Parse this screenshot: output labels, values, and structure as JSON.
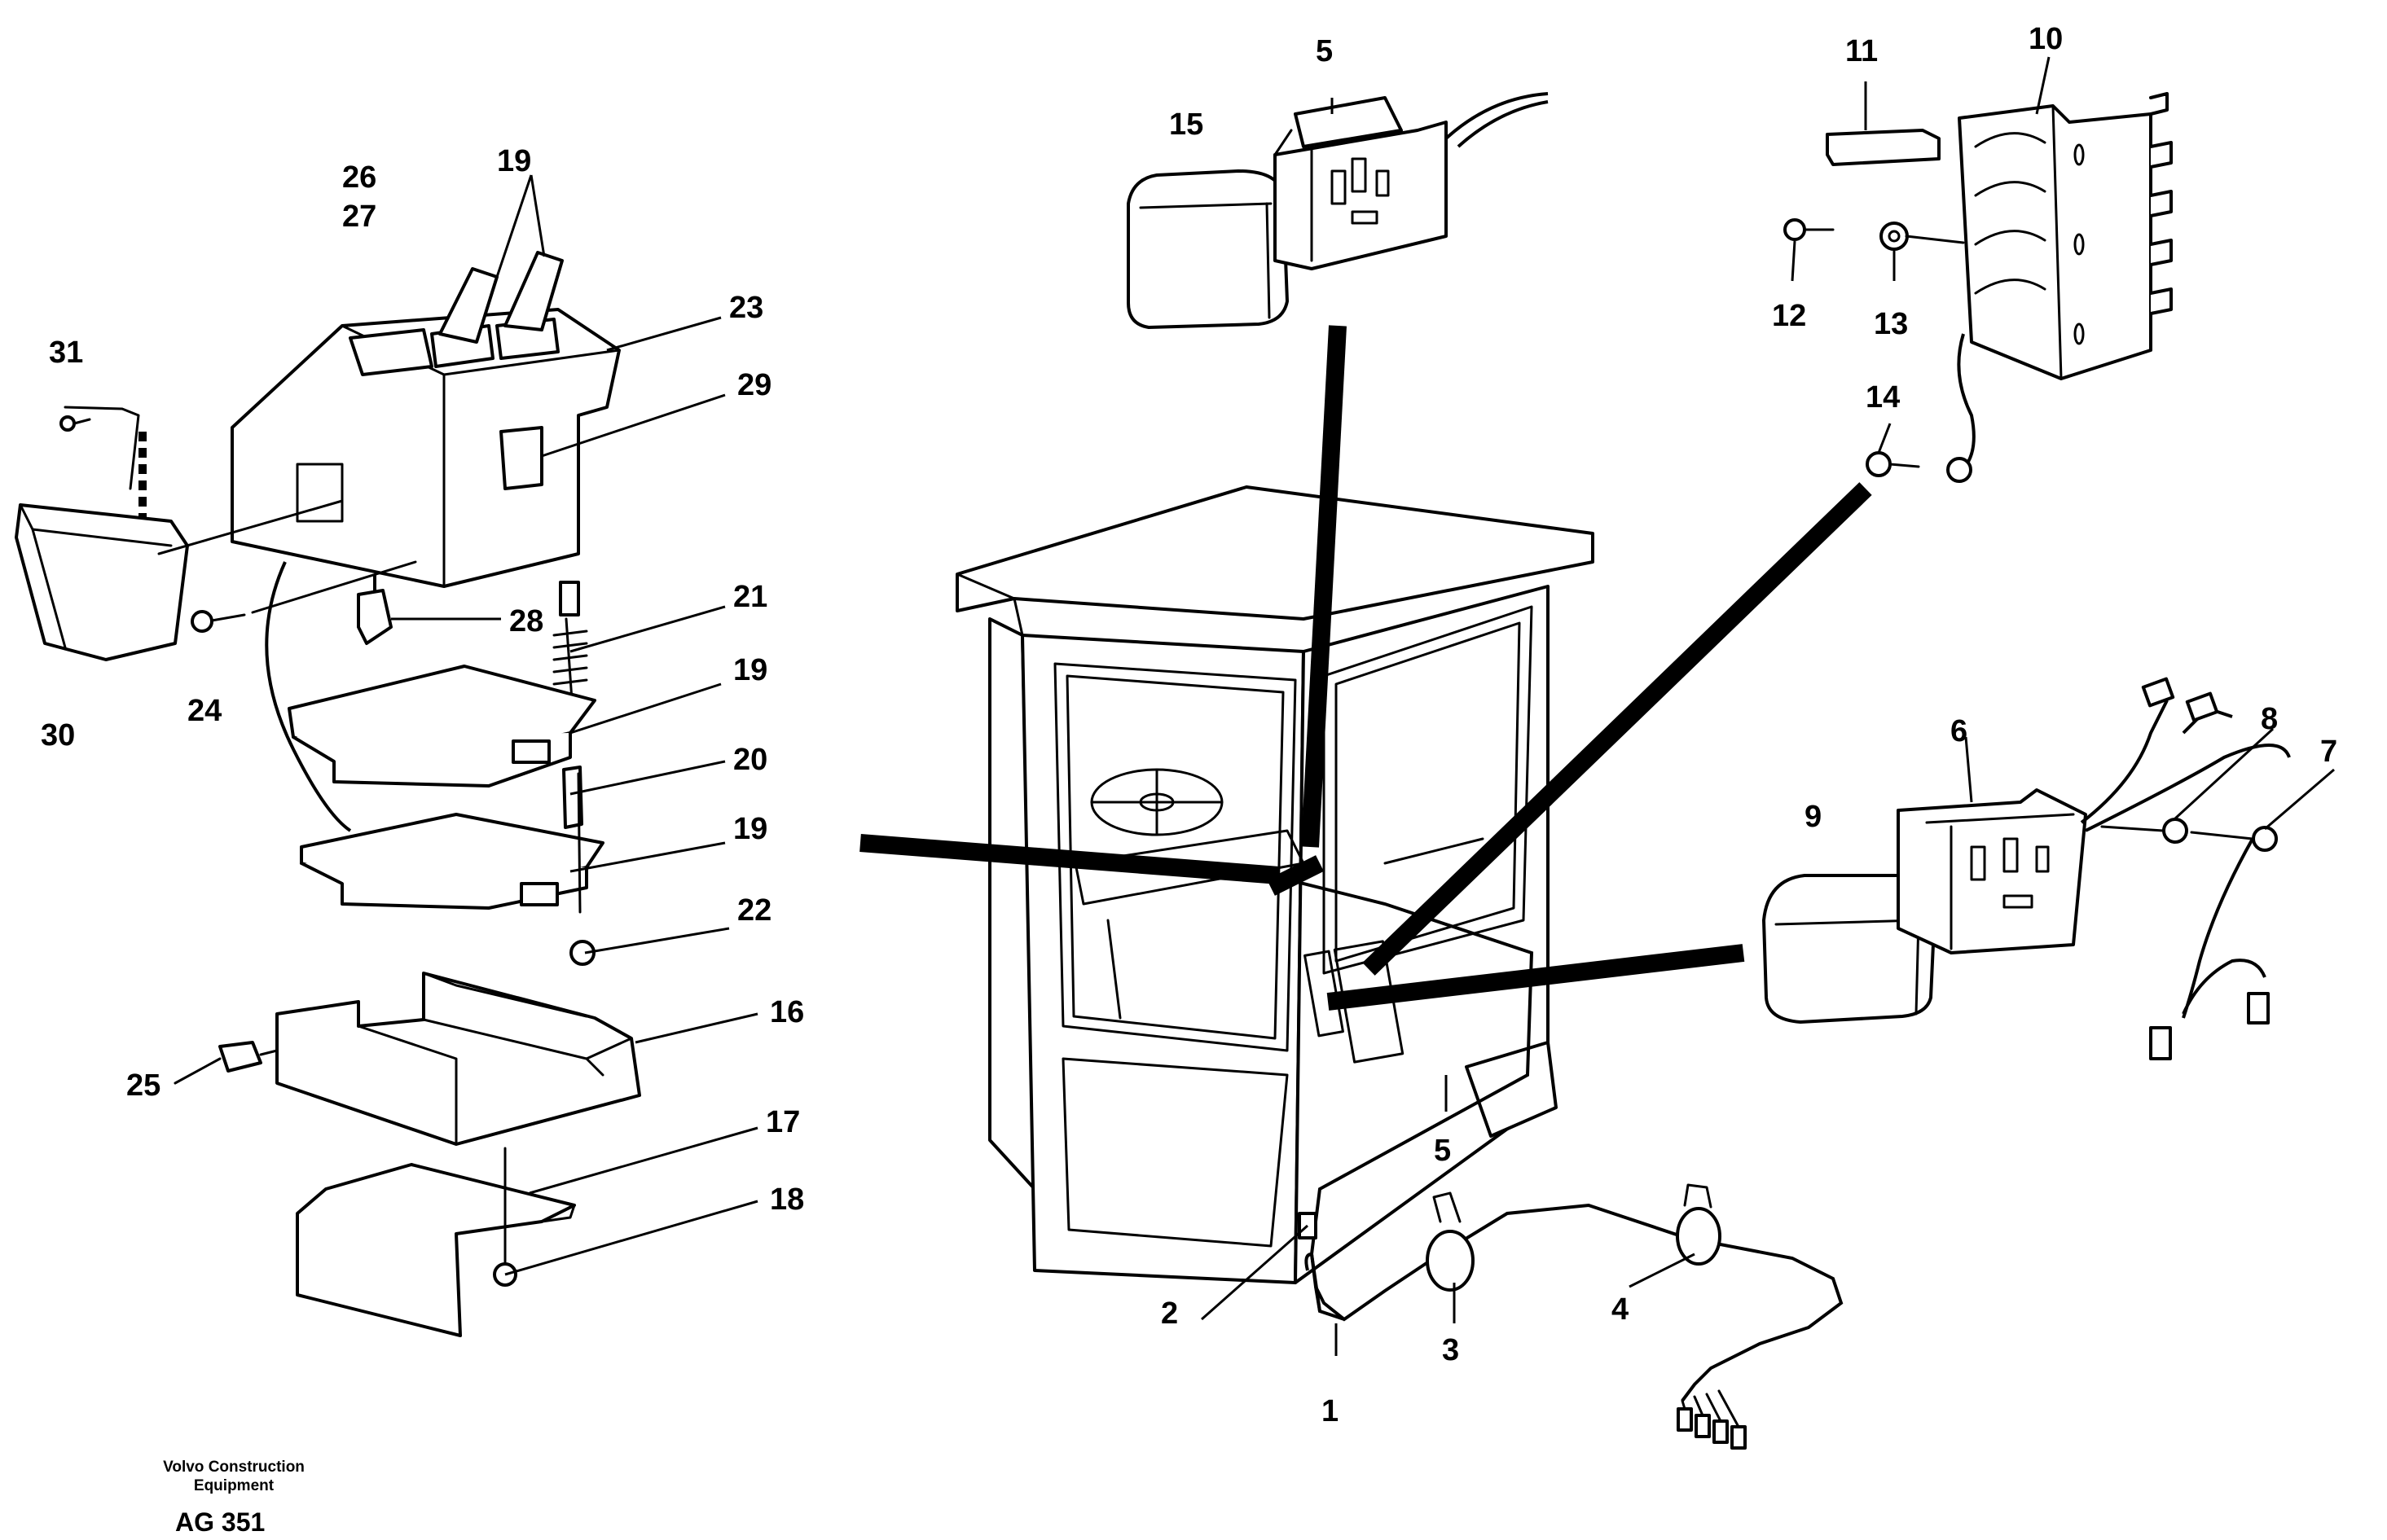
{
  "callouts": {
    "c1": "1",
    "c2": "2",
    "c3": "3",
    "c4": "4",
    "c5a": "5",
    "c5b": "5",
    "c6": "6",
    "c7": "7",
    "c8": "8",
    "c9": "9",
    "c10": "10",
    "c11": "11",
    "c12": "12",
    "c13": "13",
    "c14": "14",
    "c15": "15",
    "c16": "16",
    "c17": "17",
    "c18": "18",
    "c19a": "19",
    "c19b": "19",
    "c19c": "19",
    "c20": "20",
    "c21": "21",
    "c22": "22",
    "c23": "23",
    "c24": "24",
    "c25": "25",
    "c26": "26",
    "c27": "27",
    "c28": "28",
    "c29": "29",
    "c30": "30",
    "c31": "31"
  },
  "footer": {
    "brand_line1": "Volvo Construction",
    "brand_line2": "Equipment",
    "code": "AG 351"
  }
}
